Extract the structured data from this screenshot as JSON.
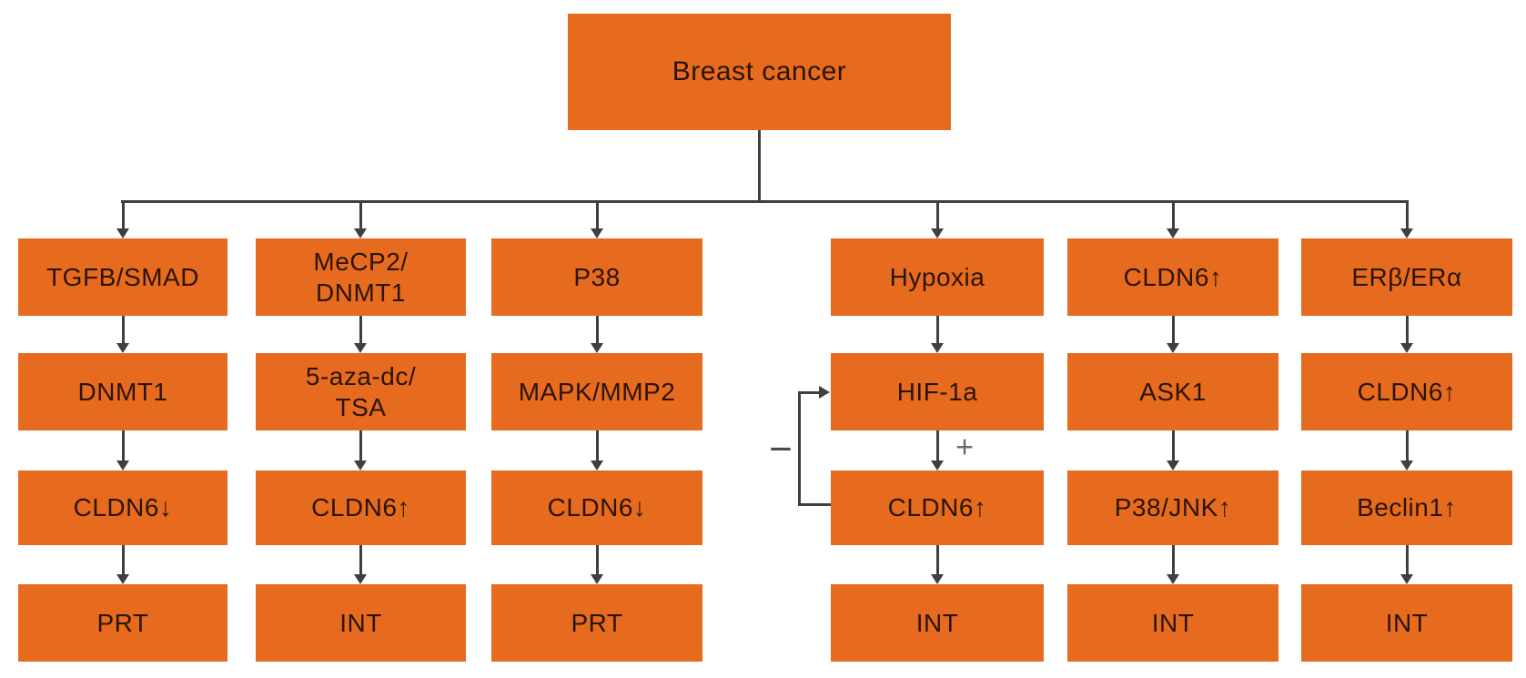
{
  "figure": {
    "type": "flowchart",
    "topic": "Breast cancer CLDN6 signaling pathways"
  },
  "colors": {
    "box": "#e76b1e",
    "line": "#3f3f3f",
    "text": "#2b1405",
    "sign": "#5a5a5a",
    "bg": "#ffffff"
  },
  "root": {
    "label": "Breast cancer"
  },
  "columns": [
    {
      "boxes": [
        {
          "label": "TGFB/SMAD"
        },
        {
          "label": "DNMT1"
        },
        {
          "label": "CLDN6↓"
        },
        {
          "label": "PRT"
        }
      ]
    },
    {
      "boxes": [
        {
          "label": "MeCP2/\nDNMT1"
        },
        {
          "label": "5-aza-dc/\nTSA"
        },
        {
          "label": "CLDN6↑"
        },
        {
          "label": "INT"
        }
      ]
    },
    {
      "boxes": [
        {
          "label": "P38"
        },
        {
          "label": "MAPK/MMP2"
        },
        {
          "label": "CLDN6↓"
        },
        {
          "label": "PRT"
        }
      ]
    },
    {
      "boxes": [
        {
          "label": "Hypoxia"
        },
        {
          "label": "HIF-1a"
        },
        {
          "label": "CLDN6↑"
        },
        {
          "label": "INT"
        }
      ]
    },
    {
      "boxes": [
        {
          "label": "CLDN6↑"
        },
        {
          "label": "ASK1"
        },
        {
          "label": "P38/JNK↑"
        },
        {
          "label": "INT"
        }
      ]
    },
    {
      "boxes": [
        {
          "label": "ERβ/ERα"
        },
        {
          "label": "CLDN6↑"
        },
        {
          "label": "Beclin1↑"
        },
        {
          "label": "INT"
        }
      ]
    }
  ],
  "annotations": {
    "minus": "−",
    "plus": "+"
  }
}
